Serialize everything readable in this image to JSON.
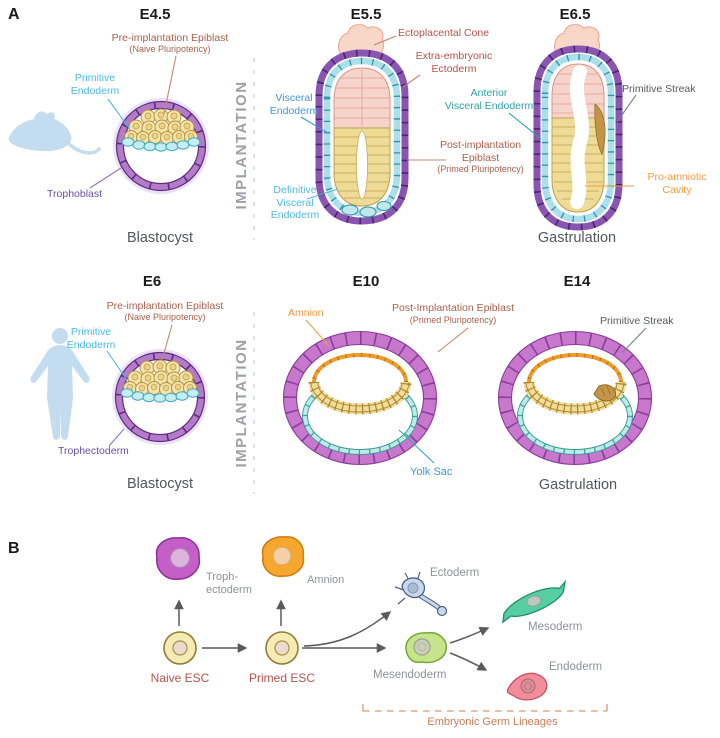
{
  "a": {
    "label": "A",
    "implantation": "IMPLANTATION",
    "e45": {
      "title": "E4.5",
      "caption": "Blastocyst",
      "epiblast1": "Pre-implantation Epiblast",
      "epiblast2": "(Naive Pluripotency)",
      "prim_endo1": "Primitive",
      "prim_endo2": "Endoderm",
      "trophoblast": "Trophoblast"
    },
    "e55": {
      "title": "E5.5",
      "ecto_cone": "Ectoplacental Cone",
      "exe1": "Extra-embryonic",
      "exe2": "Ectoderm",
      "ve1": "Visceral",
      "ve2": "Endoderm",
      "dve1": "Definitive",
      "dve2": "Visceral",
      "dve3": "Endoderm",
      "epi1": "Post-implantation",
      "epi2": "Epiblast",
      "epi3": "(Primed Pluripotency)",
      "ave1": "Anterior",
      "ave2": "Visceral Endoderm"
    },
    "e65": {
      "title": "E6.5",
      "streak": "Primitive Streak",
      "cavity1": "Pro-amniotic",
      "cavity2": "Cavity",
      "caption": "Gastrulation"
    },
    "e6": {
      "title": "E6",
      "caption": "Blastocyst",
      "epiblast1": "Pre-implantation Epiblast",
      "epiblast2": "(Naive Pluripotency)",
      "prim_endo1": "Primitive",
      "prim_endo2": "Endoderm",
      "trophectoderm": "Trophectoderm"
    },
    "e10": {
      "title": "E10",
      "amnion": "Amnion",
      "epi1": "Post-Implantation Epiblast",
      "epi2": "(Primed Pluripotency)",
      "yolk": "Yolk Sac"
    },
    "e14": {
      "title": "E14",
      "streak": "Primitive Streak",
      "caption": "Gastrulation"
    }
  },
  "b": {
    "label": "B",
    "trophectoderm1": "Troph-",
    "trophectoderm2": "ectoderm",
    "amnion": "Amnion",
    "naive": "Naive ESC",
    "primed": "Primed ESC",
    "ectoderm": "Ectoderm",
    "mesendoderm": "Mesendoderm",
    "mesoderm": "Mesoderm",
    "endoderm": "Endoderm",
    "germ": "Embryonic Germ Lineages"
  },
  "colors": {
    "brown_label": "#A8604C",
    "brick_label": "#B5534B",
    "cyan_label": "#4ABAE4",
    "blue_label": "#3E96D8",
    "lightblue_label": "#4FB9DE",
    "teal_label": "#2EA3A4",
    "purple_label": "#6A4FA3",
    "orange_label": "#F49B3E",
    "gray_label": "#8C9298",
    "streak_label": "#54595F",
    "dark_caption": "#51575C",
    "implantation_gray": "#9BA1A7",
    "germ_label": "#C97F55",
    "silhouette_blue": "#C3DCF0",
    "trophoblast_cell": "#C878CC",
    "epiblast_cell": "#F2DC9A",
    "endoderm_cell": "#BFE9E4",
    "exe_ectoderm_cell": "#F6D4CB",
    "amnion_cell": "#EE9A27"
  }
}
